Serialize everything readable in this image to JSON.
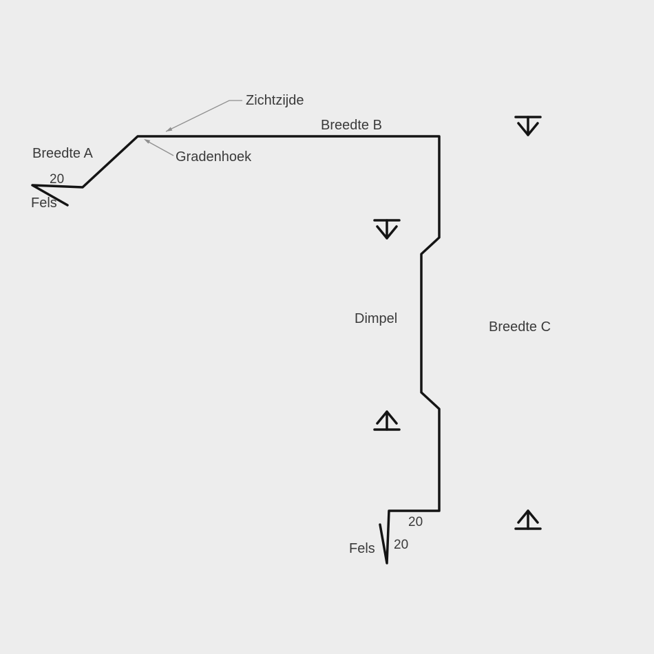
{
  "diagram": {
    "background": "#ededed",
    "profile_color": "#141414",
    "leader_color": "#8f8f8f",
    "text_color": "#3a3a3a",
    "labels": {
      "zichtzijde": "Zichtzijde",
      "gradenhoek": "Gradenhoek",
      "breedte_a": "Breedte A",
      "breedte_b": "Breedte B",
      "breedte_c": "Breedte C",
      "dimpel": "Dimpel",
      "fels_top": "Fels",
      "fels_bottom": "Fels"
    },
    "dimensions": {
      "top_fels_edge": "20",
      "bottom_edge": "20",
      "bottom_fels": "20"
    }
  }
}
